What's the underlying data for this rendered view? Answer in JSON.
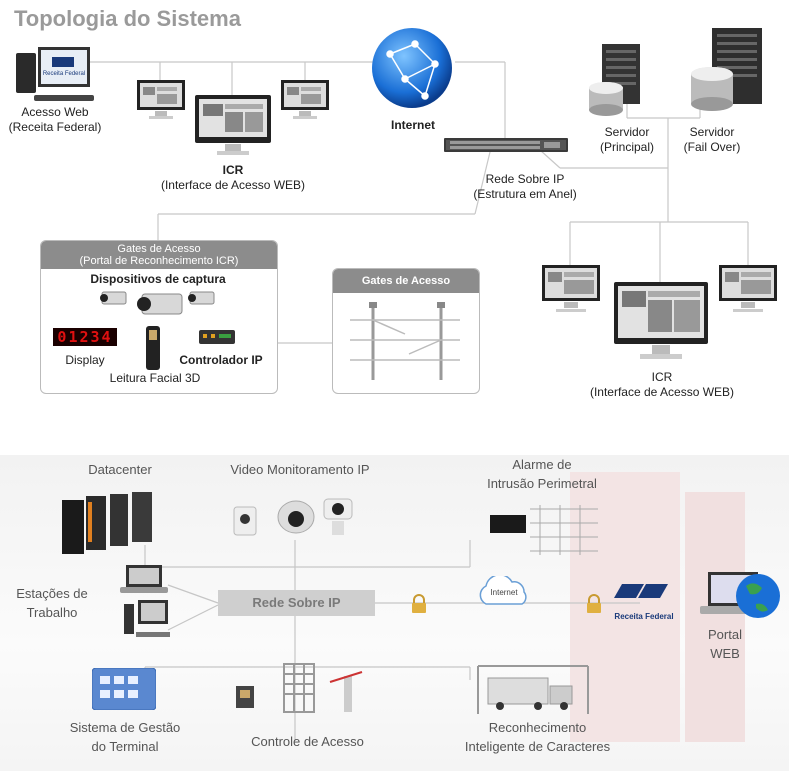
{
  "title": "Topologia do Sistema",
  "top": {
    "acesso_web": [
      "Acesso Web",
      "(Receita Federal)"
    ],
    "internet": "Internet",
    "servidor_principal": [
      "Servidor",
      "(Principal)"
    ],
    "servidor_failover": [
      "Servidor",
      "(Fail Over)"
    ],
    "icr_left": [
      "ICR",
      "(Interface de Acesso WEB)"
    ],
    "rede_ip": [
      "Rede Sobre IP",
      "(Estrutura em Anel)"
    ],
    "gates_panel_title": [
      "Gates de Acesso",
      "(Portal de Reconhecimento ICR)"
    ],
    "dispositivos": "Dispositivos de captura",
    "display_digits": "01234",
    "display": "Display",
    "controlador": "Controlador IP",
    "leitura_facial": "Leitura Facial 3D",
    "gates_acesso": "Gates de Acesso",
    "icr_right": [
      "ICR",
      "(Interface de Acesso WEB)"
    ],
    "receita_logo": "Receita Federal"
  },
  "bottom": {
    "datacenter": "Datacenter",
    "video": "Video Monitoramento IP",
    "alarme": [
      "Alarme de",
      "Intrusão Perimetral"
    ],
    "estacoes": [
      "Estações de",
      "Trabalho"
    ],
    "rede": "Rede Sobre IP",
    "internet_cloud": "Internet",
    "receita": "Receita Federal",
    "portal": [
      "Portal",
      "WEB"
    ],
    "sistema": [
      "Sistema de Gestão",
      "do Terminal"
    ],
    "controle": "Controle de Acesso",
    "reconhecimento": [
      "Reconhecimento",
      "Inteligente de Caracteres"
    ]
  },
  "colors": {
    "display_red": "#e01010",
    "globe_blue": "#1a6fd6",
    "panel_gray": "#8c8c8c"
  }
}
